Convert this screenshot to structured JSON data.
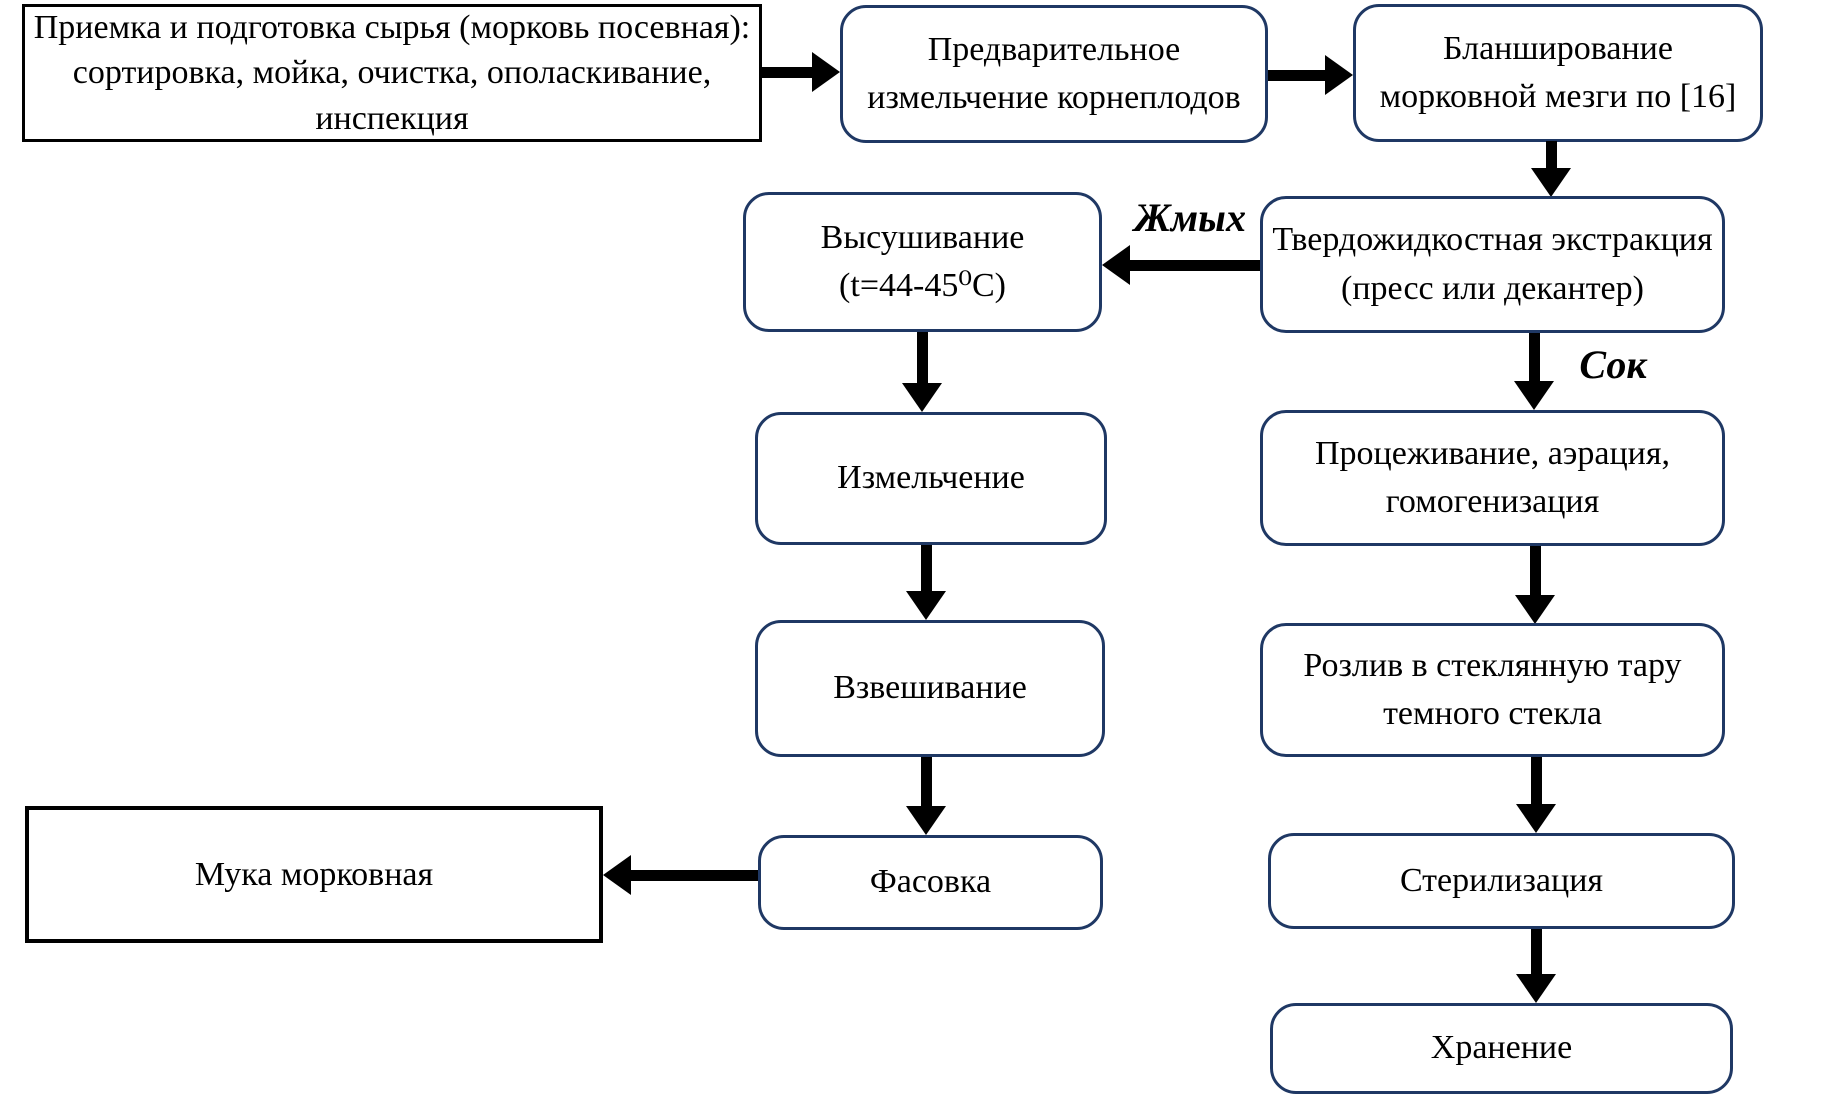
{
  "flowchart": {
    "nodes": {
      "receiving": "Приемка и подготовка сырья (морковь посевная):\nсортировка, мойка, очистка, ополаскивание,\nинспекция",
      "pre_grinding": "Предварительное\nизмельчение корнеплодов",
      "blanching": "Бланширование\nморковной мезги по [16]",
      "drying": "Высушивание\n(t=44-45⁰C)",
      "extraction": "Твердожидкостная экстракция\n(пресс или декантер)",
      "grinding": "Измельчение",
      "straining": "Процеживание, аэрация,\nгомогенизация",
      "weighing": "Взвешивание",
      "bottling": "Розлив в стеклянную тару\nтемного стекла",
      "packing": "Фасовка",
      "flour": "Мука морковная",
      "sterilization": "Стерилизация",
      "storage": "Хранение"
    },
    "edge_labels": {
      "pomace": "Жмых",
      "juice": "Сок"
    },
    "colors": {
      "node_border": "#1f3864",
      "plain_node_border": "#000000",
      "arrow": "#000000",
      "background": "#ffffff",
      "text": "#000000"
    }
  }
}
